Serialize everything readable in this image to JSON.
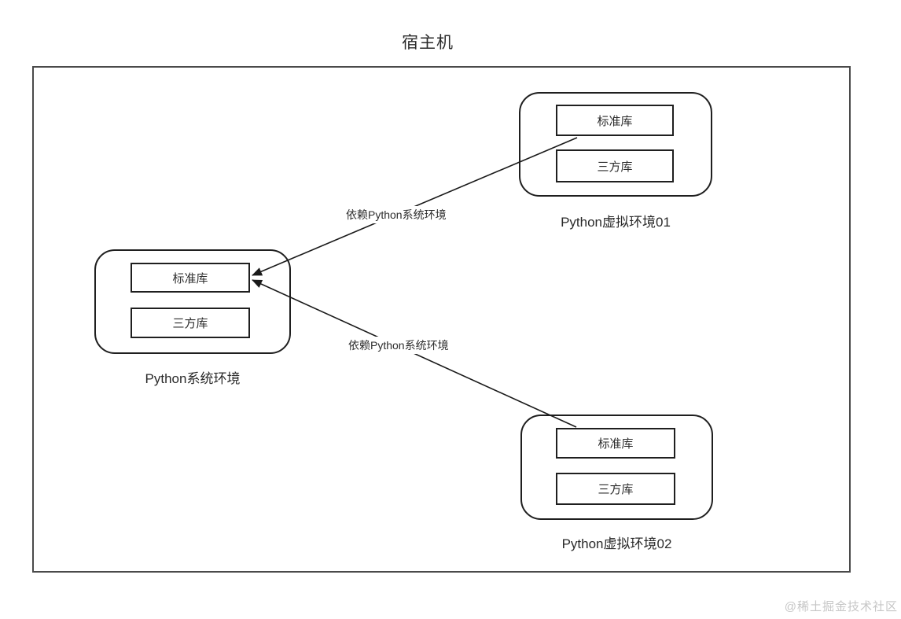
{
  "title": "宿主机",
  "watermark": "@稀土掘金技术社区",
  "nodes": {
    "system": {
      "label": "Python系统环境",
      "boxes": [
        "标准库",
        "三方库"
      ]
    },
    "venv01": {
      "label": "Python虚拟环境01",
      "boxes": [
        "标准库",
        "三方库"
      ]
    },
    "venv02": {
      "label": "Python虚拟环境02",
      "boxes": [
        "标准库",
        "三方库"
      ]
    }
  },
  "edges": [
    {
      "from": "venv01",
      "to": "system",
      "label": "依赖Python系统环境"
    },
    {
      "from": "venv02",
      "to": "system",
      "label": "依赖Python系统环境"
    }
  ],
  "colors": {
    "line": "#1a1a1a",
    "host_border": "#4a4a4a",
    "node_border": "#1f1f1f",
    "text": "#2d2d2d",
    "watermark": "#c6c6c6"
  }
}
